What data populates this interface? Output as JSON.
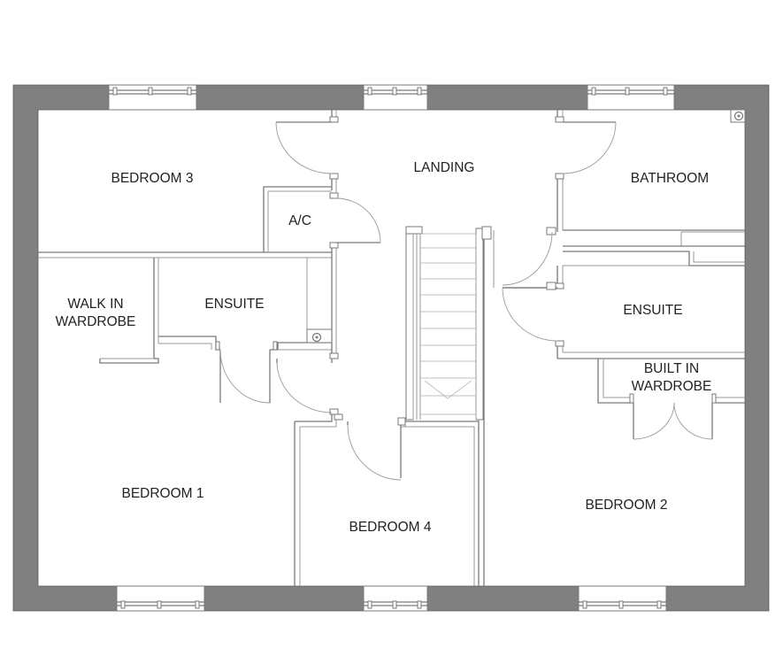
{
  "rooms": {
    "bedroom_3": "BEDROOM 3",
    "landing": "LANDING",
    "bathroom": "BATHROOM",
    "ac": "A/C",
    "walk_in_wardrobe_line1": "WALK IN",
    "walk_in_wardrobe_line2": "WARDROBE",
    "ensuite_left": "ENSUITE",
    "ensuite_right": "ENSUITE",
    "built_in_wardrobe_line1": "BUILT IN",
    "built_in_wardrobe_line2": "WARDROBE",
    "bedroom_1": "BEDROOM 1",
    "bedroom_4": "BEDROOM 4",
    "bedroom_2": "BEDROOM 2"
  },
  "colors": {
    "wall": "#808080",
    "line": "#7a7a7a",
    "background": "#ffffff"
  }
}
